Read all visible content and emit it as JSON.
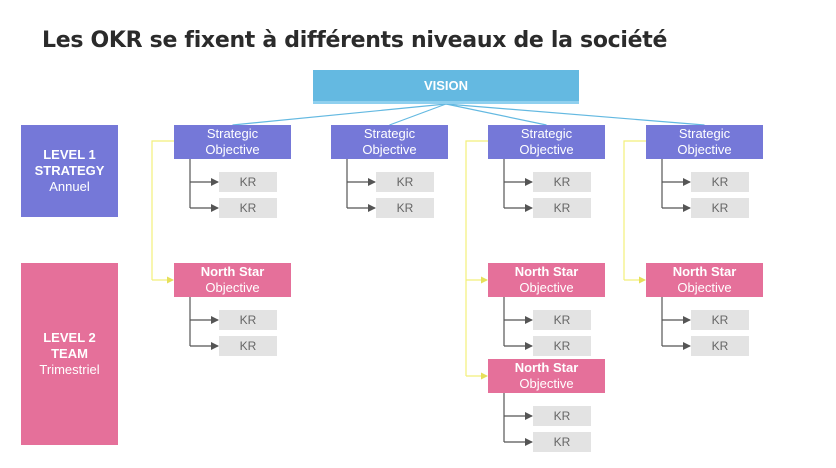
{
  "title": "Les OKR se fixent à différents niveaux de la société",
  "vision": "VISION",
  "levels": [
    {
      "name": "LEVEL 1",
      "sub": "STRATEGY",
      "period": "Annuel"
    },
    {
      "name": "LEVEL 2",
      "sub": "TEAM",
      "period": "Trimestriel"
    }
  ],
  "strategic_objective": {
    "line1": "Strategic",
    "line2": "Objective"
  },
  "north_star_objective": {
    "line1": "North Star",
    "line2": "Objective"
  },
  "kr_label": "KR",
  "colors": {
    "vision": "#64b9e1",
    "strategic": "#7578d8",
    "north_star": "#e5709a",
    "kr": "#e3e3e3",
    "connector_vision": "#64b9e1",
    "connector_alignment": "#f2ef7a",
    "connector_kr": "#555555"
  }
}
